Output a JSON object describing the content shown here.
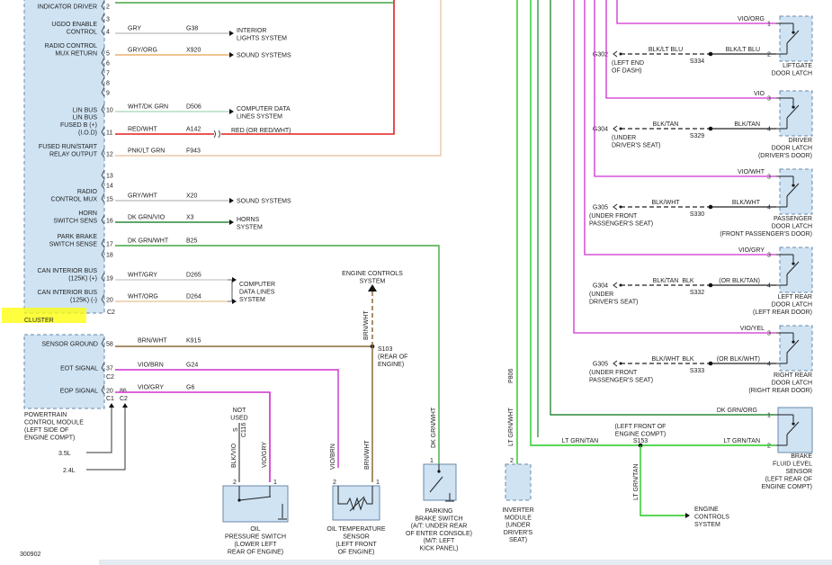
{
  "page_id": "300902",
  "colors": {
    "wht_dk_grn": "#b8dcc4",
    "red": "#e02020",
    "pnk_lt_grn": "#e8c8a8",
    "gry": "#b8b8b8",
    "gry_org": "#e8a050",
    "dk_grn_vio": "#2d8a3a",
    "dk_grn_wht": "#44a744",
    "brn_wht": "#8a6a3a",
    "vio": "#d030d0",
    "lt_grn": "#22c922",
    "highlight": "#ffff00",
    "module_fill": "#cfe3f3",
    "module_border": "#6a8aa8"
  },
  "cluster": {
    "name": "CLUSTER",
    "connector": "C2",
    "pins": [
      {
        "num": "2",
        "label": [
          "INDICATOR DRIVER"
        ],
        "color": "",
        "circuit": "",
        "dest": []
      },
      {
        "num": "3",
        "label": [],
        "color": "",
        "circuit": "",
        "dest": []
      },
      {
        "num": "4",
        "label": [
          "UGDO ENABLE",
          "CONTROL"
        ],
        "color": "GRY",
        "circuit": "G38",
        "dest": [
          "INTERIOR",
          "LIGHTS SYSTEM"
        ]
      },
      {
        "num": "5",
        "label": [
          "RADIO CONTROL",
          "MUX RETURN"
        ],
        "color": "GRY/ORG",
        "circuit": "X920",
        "dest": [
          "SOUND SYSTEMS"
        ]
      },
      {
        "num": "6",
        "label": [],
        "color": "",
        "circuit": "",
        "dest": []
      },
      {
        "num": "7",
        "label": [],
        "color": "",
        "circuit": "",
        "dest": []
      },
      {
        "num": "8",
        "label": [],
        "color": "",
        "circuit": "",
        "dest": []
      },
      {
        "num": "9",
        "label": [],
        "color": "",
        "circuit": "",
        "dest": []
      },
      {
        "num": "10",
        "label": [
          "LIN BUS"
        ],
        "color": "WHT/DK GRN",
        "circuit": "D506",
        "dest": [
          "COMPUTER DATA",
          "LINES SYSTEM"
        ]
      },
      {
        "num": "11",
        "label": [
          "LIN BUS",
          "FUSED B (+)",
          "(I.O.D)"
        ],
        "color": "RED/WHT",
        "circuit": "A142",
        "dest": [
          "RED  (OR RED/WHT)"
        ]
      },
      {
        "num": "12",
        "label": [
          "FUSED RUN/START",
          "RELAY OUTPUT"
        ],
        "color": "PNK/LT GRN",
        "circuit": "F943",
        "dest": []
      },
      {
        "num": "13",
        "label": [],
        "color": "",
        "circuit": "",
        "dest": []
      },
      {
        "num": "14",
        "label": [],
        "color": "",
        "circuit": "",
        "dest": []
      },
      {
        "num": "15",
        "label": [
          "RADIO",
          "CONTROL MUX"
        ],
        "color": "GRY/WHT",
        "circuit": "X20",
        "dest": [
          "SOUND SYSTEMS"
        ]
      },
      {
        "num": "16",
        "label": [
          "HORN",
          "SWITCH SENS"
        ],
        "color": "DK GRN/VIO",
        "circuit": "X3",
        "dest": [
          "HORNS",
          "SYSTEM"
        ]
      },
      {
        "num": "17",
        "label": [
          "PARK BRAKE",
          "SWITCH SENSE"
        ],
        "color": "DK GRN/WHT",
        "circuit": "B25",
        "dest": []
      },
      {
        "num": "18",
        "label": [],
        "color": "",
        "circuit": "",
        "dest": []
      },
      {
        "num": "19",
        "label": [
          "CAN INTERIOR BUS",
          "(125K) (+)"
        ],
        "color": "WHT/GRY",
        "circuit": "D265",
        "dest": [
          "COMPUTER",
          "DATA LINES",
          "SYSTEM"
        ]
      },
      {
        "num": "20",
        "label": [
          "CAN INTERIOR BUS",
          "(125K) (-)"
        ],
        "color": "WHT/ORG",
        "circuit": "D264",
        "dest": []
      }
    ]
  },
  "pcm": {
    "name": [
      "POWERTRAIN",
      "CONTROL MODULE",
      "(LEFT SIDE OF",
      "ENGINE COMPT)"
    ],
    "engines": [
      "3.5L",
      "2.4L"
    ],
    "pins": [
      {
        "num": "58",
        "label": "SENSOR GROUND",
        "color": "BRN/WHT",
        "circuit": "K915"
      },
      {
        "num": "37",
        "label": "EOT SIGNAL",
        "conn": "C2",
        "color": "VIO/BRN",
        "circuit": "G24"
      },
      {
        "num": "20",
        "num2": "86",
        "label": "EOP SIGNAL",
        "color": "VIO/GRY",
        "circuit": "G6"
      }
    ],
    "connectors": [
      "C1",
      "C2"
    ]
  },
  "engine_controls_top": {
    "name": [
      "ENGINE CONTROLS",
      "SYSTEM"
    ],
    "wire": "BRN/WHT"
  },
  "splice_s103": {
    "name": [
      "S103",
      "(REAR OF",
      "ENGINE)"
    ]
  },
  "oil_pressure_switch": {
    "name": [
      "OIL",
      "PRESSURE SWITCH",
      "(LOWER LEFT",
      "REAR OF ENGINE)"
    ],
    "not_used": [
      "NOT",
      "USED"
    ],
    "conn": "C116",
    "conn_pin": "S",
    "wires": [
      "BLK/VIO",
      "VIO/GRY"
    ],
    "pins": [
      "2",
      "1"
    ]
  },
  "oil_temp_sensor": {
    "name": [
      "OIL TEMPERATURE",
      "SENSOR",
      "(LEFT FRONT",
      "OF ENGINE)"
    ],
    "wires": [
      "VIO/BRN",
      "BRN/WHT"
    ],
    "pins": [
      "2",
      "1"
    ]
  },
  "parking_brake_switch": {
    "name": [
      "PARKING",
      "BRAKE SWITCH",
      "(A/T: UNDER REAR",
      "OF ENTER CONSOLE)",
      "(M/T: LEFT",
      "KICK PANEL)"
    ],
    "wire": "DK GRN/WHT",
    "pin": "1"
  },
  "inverter_module": {
    "name": [
      "INVERTER",
      "MODULE",
      "(UNDER",
      "DRIVER'S",
      "SEAT)"
    ],
    "wire": "LT GRN/WHT",
    "circuit": "P806",
    "pin": "2"
  },
  "door_latches": [
    {
      "name": [
        "LIFTGATE",
        "DOOR LATCH"
      ],
      "wire_top": "VIO/ORG",
      "pin_top": "1",
      "pin_bot": "2",
      "ground": "G302",
      "ground_loc": [
        "(LEFT END",
        "OF DASH)"
      ],
      "gw1": "BLK/LT BLU",
      "splice": "S334",
      "gw2": "BLK/LT BLU",
      "alt": ""
    },
    {
      "name": [
        "DRIVER",
        "DOOR LATCH",
        "(DRIVER'S DOOR)"
      ],
      "wire_top": "VIO",
      "pin_top": "3",
      "pin_bot": "4",
      "ground": "G304",
      "ground_loc": [
        "(UNDER",
        "DRIVER'S SEAT)"
      ],
      "gw1": "BLK/TAN",
      "splice": "S329",
      "gw2": "BLK/TAN",
      "alt": ""
    },
    {
      "name": [
        "PASSENGER",
        "DOOR LATCH",
        "(FRONT PASSENGER'S DOOR)"
      ],
      "wire_top": "VIO/WHT",
      "pin_top": "3",
      "pin_bot": "4",
      "ground": "G305",
      "ground_loc": [
        "(UNDER FRONT",
        "PASSENGER'S SEAT)"
      ],
      "gw1": "BLK/WHT",
      "splice": "S330",
      "gw2": "BLK/WHT",
      "alt": ""
    },
    {
      "name": [
        "LEFT REAR",
        "DOOR LATCH",
        "(LEFT REAR DOOR)"
      ],
      "wire_top": "VIO/GRY",
      "pin_top": "3",
      "pin_bot": "4",
      "ground": "G304",
      "ground_loc": [
        "(UNDER",
        "DRIVER'S SEAT)"
      ],
      "gw1": "BLK/TAN",
      "splice": "S332",
      "gw2": "BLK",
      "alt": "(OR BLK/TAN)"
    },
    {
      "name": [
        "RIGHT REAR",
        "DOOR LATCH",
        "(RIGHT REAR DOOR)"
      ],
      "wire_top": "VIO/YEL",
      "pin_top": "3",
      "pin_bot": "4",
      "ground": "G305",
      "ground_loc": [
        "(UNDER FRONT",
        "PASSENGER'S SEAT)"
      ],
      "gw1": "BLK/WHT",
      "splice": "S333",
      "gw2": "BLK",
      "alt": "(OR BLK/WHT)"
    }
  ],
  "brake_fluid_sensor": {
    "name": [
      "BRAKE",
      "FLUID LEVEL",
      "SENSOR",
      "(LEFT REAR OF",
      "ENGINE COMPT)"
    ],
    "wire_top": "DK GRN/ORG",
    "pin_top": "1",
    "wire_bot": "LT GRN/TAN",
    "pin_bot": "2"
  },
  "splice_s153": {
    "name": [
      "(LEFT FRONT OF",
      "ENGINE COMPT)"
    ],
    "id": "S153",
    "wire_left": "LT GRN/TAN",
    "wire_down": "LT GRN/TAN"
  },
  "engine_controls_bottom": {
    "name": [
      "ENGINE",
      "CONTROLS",
      "SYSTEM"
    ]
  }
}
